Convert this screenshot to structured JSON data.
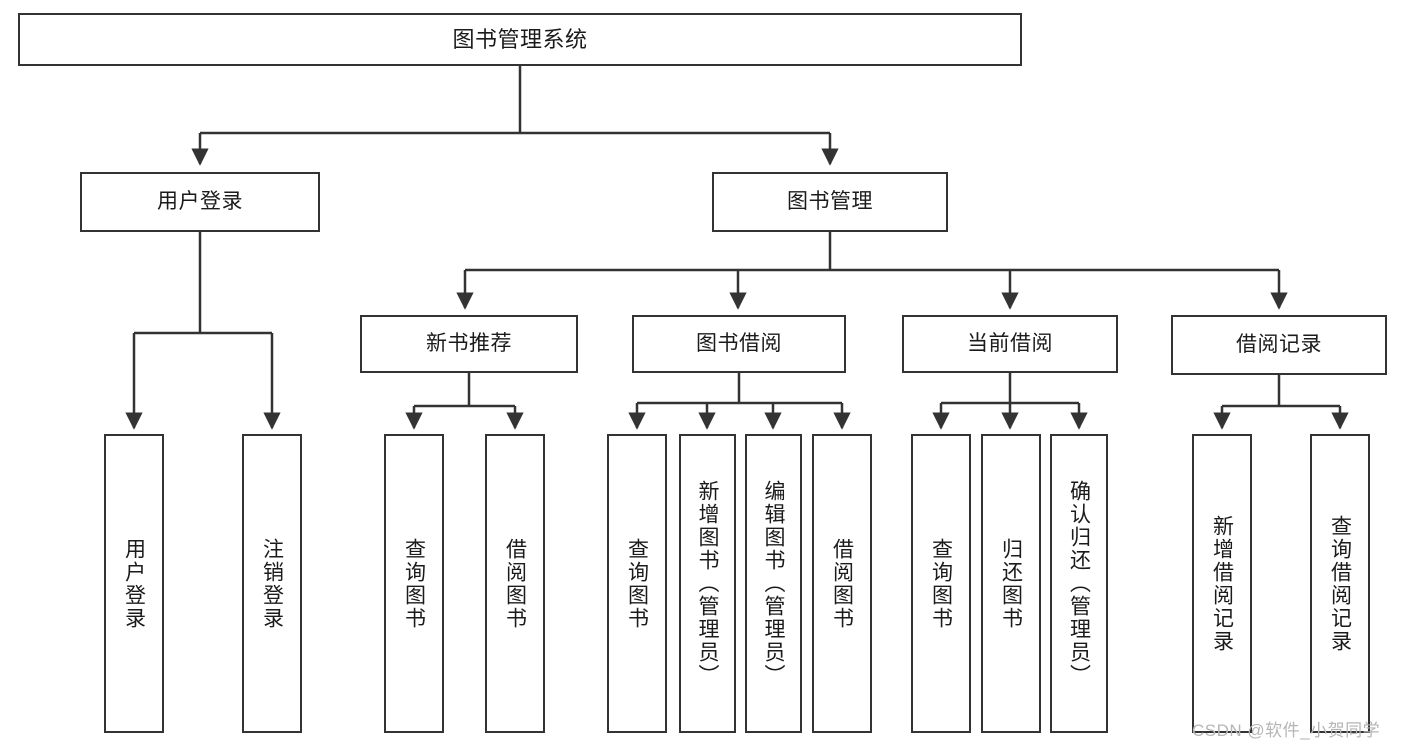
{
  "diagram": {
    "title": "图书管理系统",
    "type": "tree",
    "watermark": "CSDN @软件_小贺同学",
    "colors": {
      "box_border": "#333333",
      "box_fill": "#ffffff",
      "connector": "#333333",
      "text": "#1b1b1b",
      "watermark": "#b6b6b6",
      "background": "#ffffff"
    },
    "nodes": {
      "root": {
        "label": "图书管理系统",
        "level": 0,
        "orientation": "horizontal"
      },
      "l1": [
        {
          "id": "user_login",
          "label": "用户登录",
          "orientation": "horizontal"
        },
        {
          "id": "book_manage",
          "label": "图书管理",
          "orientation": "horizontal"
        }
      ],
      "l2": [
        {
          "id": "new_book_rec",
          "label": "新书推荐",
          "orientation": "horizontal"
        },
        {
          "id": "book_borrow",
          "label": "图书借阅",
          "orientation": "horizontal"
        },
        {
          "id": "current_borrow",
          "label": "当前借阅",
          "orientation": "horizontal"
        },
        {
          "id": "borrow_record",
          "label": "借阅记录",
          "orientation": "horizontal"
        }
      ],
      "leaves": {
        "user_login": [
          {
            "id": "leaf_user_login",
            "label": "用户登录",
            "orientation": "vertical"
          },
          {
            "id": "leaf_logout",
            "label": "注销登录",
            "orientation": "vertical"
          }
        ],
        "new_book_rec": [
          {
            "id": "leaf_query_book_1",
            "label": "查询图书",
            "orientation": "vertical"
          },
          {
            "id": "leaf_borrow_book_1",
            "label": "借阅图书",
            "orientation": "vertical"
          }
        ],
        "book_borrow": [
          {
            "id": "leaf_query_book_2",
            "label": "查询图书",
            "orientation": "vertical"
          },
          {
            "id": "leaf_add_book",
            "label": "新增图书（管理员）",
            "orientation": "vertical"
          },
          {
            "id": "leaf_edit_book",
            "label": "编辑图书（管理员）",
            "orientation": "vertical"
          },
          {
            "id": "leaf_borrow_book_2",
            "label": "借阅图书",
            "orientation": "vertical"
          }
        ],
        "current_borrow": [
          {
            "id": "leaf_query_book_3",
            "label": "查询图书",
            "orientation": "vertical"
          },
          {
            "id": "leaf_return_book",
            "label": "归还图书",
            "orientation": "vertical"
          },
          {
            "id": "leaf_confirm_return",
            "label": "确认归还（管理员）",
            "orientation": "vertical"
          }
        ],
        "borrow_record": [
          {
            "id": "leaf_add_record",
            "label": "新增借阅记录",
            "orientation": "vertical"
          },
          {
            "id": "leaf_query_record",
            "label": "查询借阅记录",
            "orientation": "vertical"
          }
        ]
      }
    }
  }
}
